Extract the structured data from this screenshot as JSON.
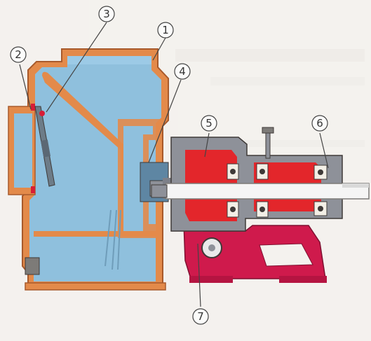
{
  "diagram": {
    "colors": {
      "background": "#f4f2ee",
      "casing": "#e38a4a",
      "water": "#8fc0dd",
      "internal_dark": "#5e86a3",
      "bracket": "#cf1a4c",
      "bearing_housing": "#e3262b",
      "shaft": "#f5f5f5",
      "metal_grey": "#8e9199",
      "outline": "#3f3a38",
      "callout": "#444444"
    },
    "callouts": [
      {
        "id": "1",
        "label": "1"
      },
      {
        "id": "2",
        "label": "2"
      },
      {
        "id": "3",
        "label": "3"
      },
      {
        "id": "4",
        "label": "4"
      },
      {
        "id": "5",
        "label": "5"
      },
      {
        "id": "6",
        "label": "6"
      },
      {
        "id": "7",
        "label": "7"
      }
    ]
  }
}
